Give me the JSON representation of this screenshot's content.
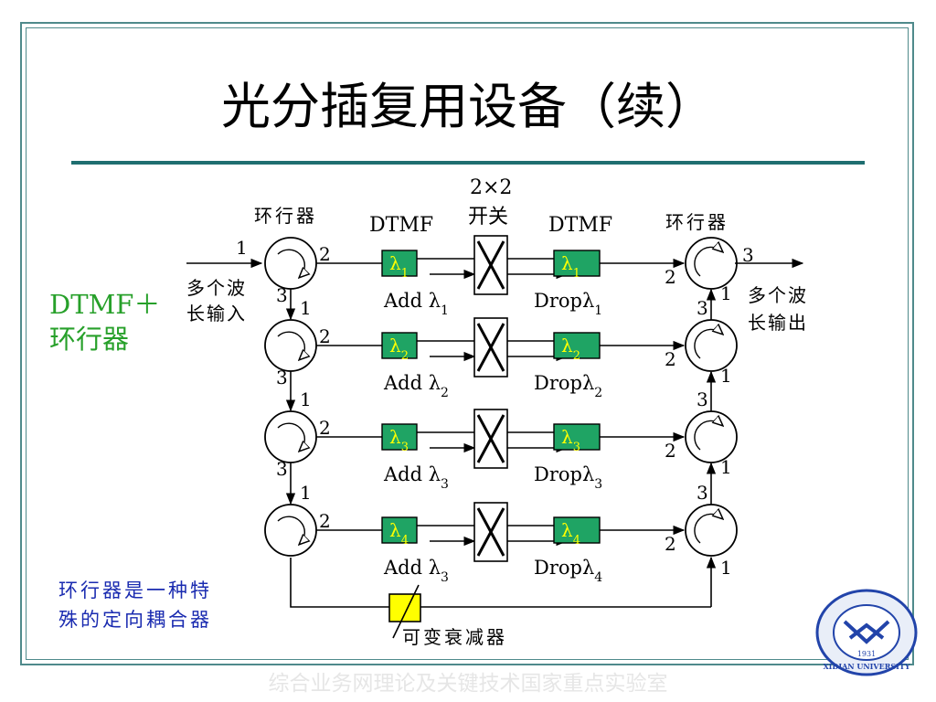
{
  "slide": {
    "title": "光分插复用设备（续）",
    "side_label_line1": "DTMF＋",
    "side_label_line2": "环行器",
    "note_line1": "环行器是一种特",
    "note_line2": "殊的定向耦合器",
    "footer": "综合业务网理论及关键技术国家重点实验室"
  },
  "diagram": {
    "circulator_label_left": "环行器",
    "circulator_label_right": "环行器",
    "dtmf_label_left": "DTMF",
    "dtmf_label_right": "DTMF",
    "switch_label_line1": "2×2",
    "switch_label_line2": "开关",
    "input_label_line1": "多个波",
    "input_label_line2": "长输入",
    "output_label_line1": "多个波",
    "output_label_line2": "长输出",
    "attenuator_label": "可变衰减器",
    "lambda_symbol": "λ",
    "add_prefix": "Add ",
    "drop_prefix": "Drop",
    "port_1": "1",
    "port_2": "2",
    "port_3": "3",
    "stages": [
      {
        "sub": "1",
        "add_sub": "1",
        "drop_sub": "1"
      },
      {
        "sub": "2",
        "add_sub": "2",
        "drop_sub": "2"
      },
      {
        "sub": "3",
        "add_sub": "3",
        "drop_sub": "3"
      },
      {
        "sub": "4",
        "add_sub": "3",
        "drop_sub": "4"
      }
    ],
    "colors": {
      "filter_fill": "#1fa464",
      "filter_text": "#ffff00",
      "attenuator_fill": "#ffff00",
      "line": "#000000"
    }
  },
  "logo": {
    "university_text": "XIDIAN UNIVERSITY",
    "year": "1931",
    "color": "#2244aa"
  }
}
